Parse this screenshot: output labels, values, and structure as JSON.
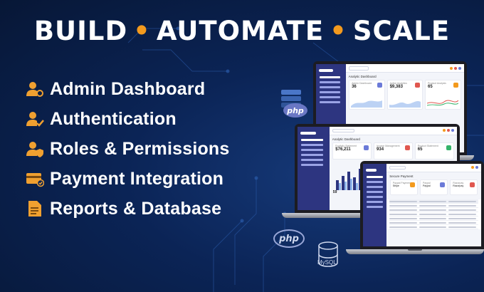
{
  "headline": {
    "word1": "BUILD",
    "word2": "AUTOMATE",
    "word3": "SCALE",
    "separator": "•",
    "accent_color": "#f39a1e"
  },
  "features": [
    {
      "label": "Admin Dashboard",
      "icon": "user-gear-icon"
    },
    {
      "label": "Authentication",
      "icon": "user-check-icon"
    },
    {
      "label": "Roles & Permissions",
      "icon": "user-shield-icon"
    },
    {
      "label": "Payment Integration",
      "icon": "credit-card-check-icon"
    },
    {
      "label": "Reports & Database",
      "icon": "document-report-icon"
    }
  ],
  "badges": {
    "php_top": "php",
    "php_bottom": "php",
    "mysql": "MySQL"
  },
  "laptops": {
    "back": {
      "title": "Analytic Dashboard",
      "cards": [
        {
          "label": "Admin Dashboard",
          "value": "36"
        },
        {
          "label": "Active Analytics",
          "value": "$9,383"
        },
        {
          "label": "Product Analysis",
          "value": "65"
        }
      ]
    },
    "middle": {
      "title": "Analytic Dashboard",
      "cards": [
        {
          "label": "Portfolio Statement",
          "value": "$76,211"
        },
        {
          "label": "Invoice Management",
          "value": "934"
        },
        {
          "label": "Product Statement",
          "value": "65"
        }
      ],
      "extra_value": "59"
    },
    "front": {
      "title": "Secure Payment",
      "cards": [
        {
          "label": "Paypal Payment",
          "value": "Stripe"
        },
        {
          "label": "Paypal",
          "value": "Paypal"
        },
        {
          "label": "Razorpay",
          "value": "Razorpay"
        }
      ]
    }
  },
  "colors": {
    "background": "#0b2456",
    "sidebar": "#2d3580",
    "accent_orange": "#f39a1e",
    "icon_orange": "#f0a030"
  }
}
